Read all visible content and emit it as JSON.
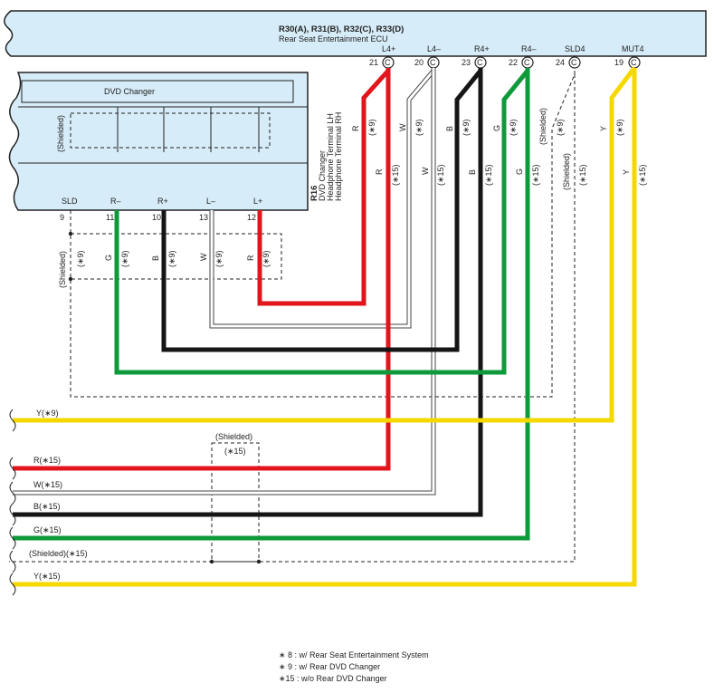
{
  "ecu": {
    "code": "R30(A), R31(B), R32(C), R33(D)",
    "name": "Rear Seat Entertainment ECU",
    "terminals": [
      {
        "name": "L4+",
        "pin": "21",
        "conn": "C"
      },
      {
        "name": "L4–",
        "pin": "20",
        "conn": "C"
      },
      {
        "name": "R4+",
        "pin": "23",
        "conn": "C"
      },
      {
        "name": "R4–",
        "pin": "22",
        "conn": "C"
      },
      {
        "name": "SLD4",
        "pin": "24",
        "conn": "C"
      },
      {
        "name": "MUT4",
        "pin": "19",
        "conn": "C"
      }
    ]
  },
  "dvd": {
    "title": "DVD Changer",
    "shield_label": "(Shielded)",
    "terminals": [
      {
        "name": "SLD",
        "pin": "9"
      },
      {
        "name": "R–",
        "pin": "11"
      },
      {
        "name": "R+",
        "pin": "10"
      },
      {
        "name": "L–",
        "pin": "13"
      },
      {
        "name": "L+",
        "pin": "12"
      }
    ]
  },
  "r16": {
    "code": "R16",
    "line1": "DVD Changer",
    "line2": "Headphone Terminal LH",
    "line3": "Headphone Terminal RH"
  },
  "wire_labels": {
    "ecu_upper": [
      {
        "color": "R",
        "note": "(∗9)"
      },
      {
        "color": "W",
        "note": "(∗9)"
      },
      {
        "color": "B",
        "note": "(∗9)"
      },
      {
        "color": "G",
        "note": "(∗9)"
      },
      {
        "color": "(Shielded)",
        "note": "(∗9)"
      },
      {
        "color": "Y",
        "note": "(∗9)"
      }
    ],
    "ecu_lower": [
      {
        "color": "R",
        "note": "(∗15)"
      },
      {
        "color": "W",
        "note": "(∗15)"
      },
      {
        "color": "B",
        "note": "(∗15)"
      },
      {
        "color": "G",
        "note": "(∗15)"
      },
      {
        "color": "(Shielded)",
        "note": "(∗15)"
      },
      {
        "color": "Y",
        "note": "(∗15)"
      }
    ],
    "dvd_side": [
      {
        "color": "(Shielded)",
        "note": "(∗9)"
      },
      {
        "color": "G",
        "note": "(∗9)"
      },
      {
        "color": "B",
        "note": "(∗9)"
      },
      {
        "color": "W",
        "note": "(∗9)"
      },
      {
        "color": "R",
        "note": "(∗9)"
      }
    ],
    "mid_shield": {
      "label": "(Shielded)",
      "note": "(∗15)"
    }
  },
  "outputs": [
    {
      "label": "Y(∗9)",
      "color": "#f5d800"
    },
    {
      "label": "R(∗15)",
      "color": "#e2141c"
    },
    {
      "label": "W(∗15)",
      "color": "#ffffff"
    },
    {
      "label": "B(∗15)",
      "color": "#151515"
    },
    {
      "label": "G(∗15)",
      "color": "#0e9a3a"
    },
    {
      "label": "(Shielded)(∗15)",
      "color": "#222222"
    },
    {
      "label": "Y(∗15)",
      "color": "#f5d800"
    }
  ],
  "legend": [
    "∗ 8 : w/ Rear Seat Entertainment System",
    "∗ 9 : w/ Rear DVD Changer",
    "∗15 : w/o Rear DVD Changer"
  ],
  "colors": {
    "red": "#e2141c",
    "black": "#151515",
    "green": "#0e9a3a",
    "yellow": "#f5d800",
    "white_wire": "#ffffff",
    "ecu_fill": "#d6ecf8"
  }
}
